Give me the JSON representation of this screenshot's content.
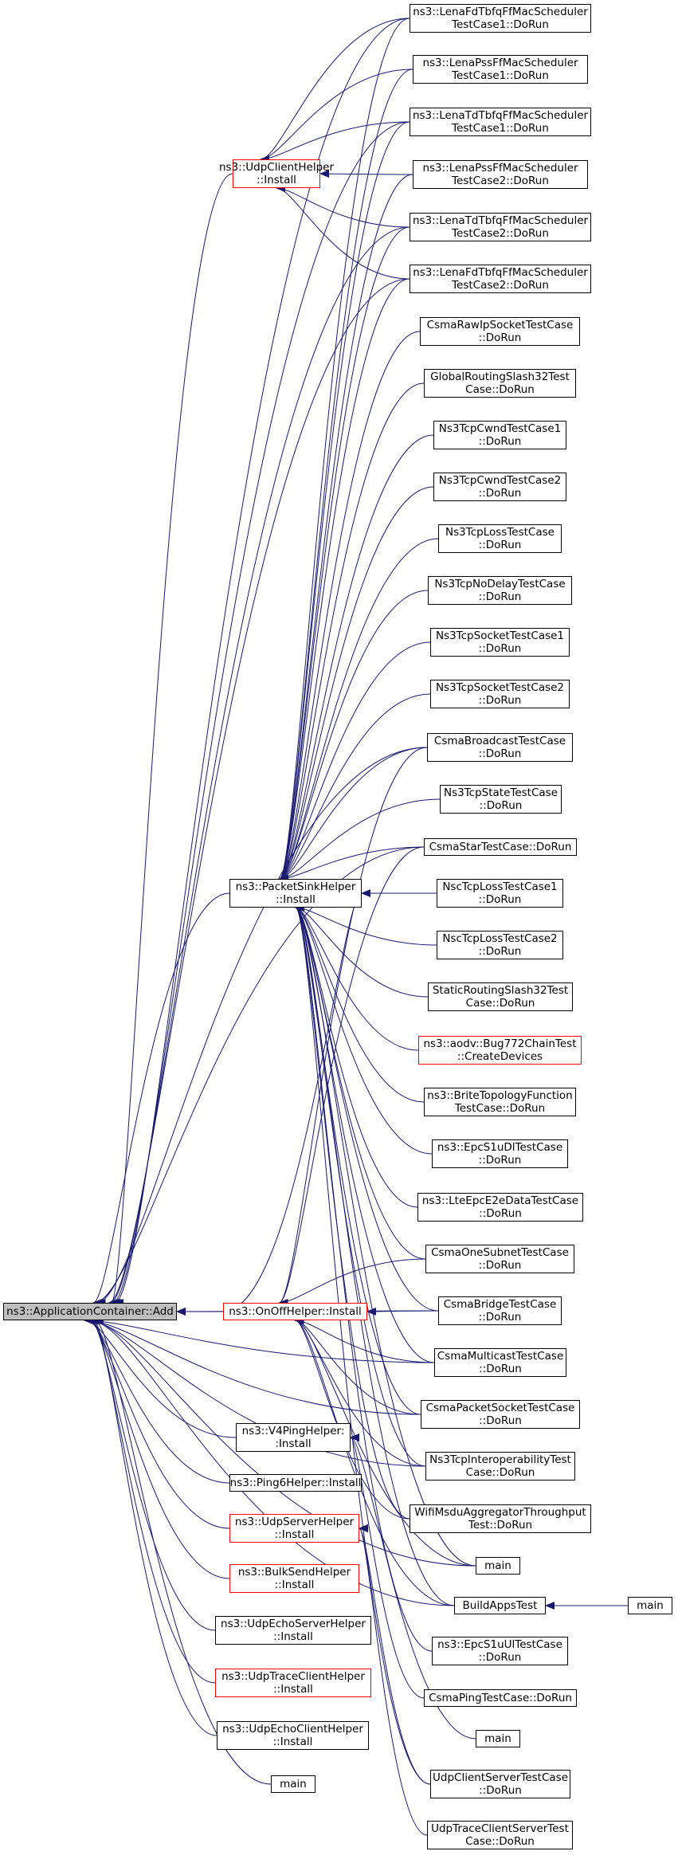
{
  "colors": {
    "edge": "#191970",
    "node_border": "#000000",
    "node_border_incomplete": "#ff0000",
    "focus_fill": "#bfbfbf",
    "background": "#ffffff"
  },
  "nodes": {
    "app_add": "ns3::ApplicationContainer::Add",
    "udp_client_install": "ns3::UdpClientHelper\n::Install",
    "packet_sink_install": "ns3::PacketSinkHelper\n::Install",
    "onoff_install": "ns3::OnOffHelper::Install",
    "v4ping_install": "ns3::V4PingHelper:\n:Install",
    "ping6_install": "ns3::Ping6Helper::Install",
    "udp_server_install": "ns3::UdpServerHelper\n::Install",
    "bulk_send_install": "ns3::BulkSendHelper\n::Install",
    "udp_echo_server_install": "ns3::UdpEchoServerHelper\n::Install",
    "udp_trace_client_install": "ns3::UdpTraceClientHelper\n::Install",
    "udp_echo_client_install": "ns3::UdpEchoClientHelper\n::Install",
    "main_left": "main",
    "fd_tbfq_tc1": "ns3::LenaFdTbfqFfMacScheduler\nTestCase1::DoRun",
    "pss_tc1": "ns3::LenaPssFfMacScheduler\nTestCase1::DoRun",
    "td_tbfq_tc1": "ns3::LenaTdTbfqFfMacScheduler\nTestCase1::DoRun",
    "pss_tc2": "ns3::LenaPssFfMacScheduler\nTestCase2::DoRun",
    "td_tbfq_tc2": "ns3::LenaTdTbfqFfMacScheduler\nTestCase2::DoRun",
    "fd_tbfq_tc2": "ns3::LenaFdTbfqFfMacScheduler\nTestCase2::DoRun",
    "csma_raw_ip": "CsmaRawIpSocketTestCase\n::DoRun",
    "global_routing": "GlobalRoutingSlash32Test\nCase::DoRun",
    "tcp_cwnd1": "Ns3TcpCwndTestCase1\n::DoRun",
    "tcp_cwnd2": "Ns3TcpCwndTestCase2\n::DoRun",
    "tcp_loss": "Ns3TcpLossTestCase\n::DoRun",
    "tcp_nodelay": "Ns3TcpNoDelayTestCase\n::DoRun",
    "tcp_socket1": "Ns3TcpSocketTestCase1\n::DoRun",
    "tcp_socket2": "Ns3TcpSocketTestCase2\n::DoRun",
    "csma_broadcast": "CsmaBroadcastTestCase\n::DoRun",
    "tcp_state": "Ns3TcpStateTestCase\n::DoRun",
    "csma_star": "CsmaStarTestCase::DoRun",
    "nsc_loss1": "NscTcpLossTestCase1\n::DoRun",
    "nsc_loss2": "NscTcpLossTestCase2\n::DoRun",
    "static_routing": "StaticRoutingSlash32Test\nCase::DoRun",
    "aodv_bug772": "ns3::aodv::Bug772ChainTest\n::CreateDevices",
    "brite": "ns3::BriteTopologyFunction\nTestCase::DoRun",
    "epc_s1u_dl": "ns3::EpcS1uDlTestCase\n::DoRun",
    "lte_epc_e2e": "ns3::LteEpcE2eDataTestCase\n::DoRun",
    "csma_one_subnet": "CsmaOneSubnetTestCase\n::DoRun",
    "csma_bridge": "CsmaBridgeTestCase\n::DoRun",
    "csma_multicast": "CsmaMulticastTestCase\n::DoRun",
    "csma_packet_socket": "CsmaPacketSocketTestCase\n::DoRun",
    "tcp_interop": "Ns3TcpInteroperabilityTest\nCase::DoRun",
    "wifi_msdu": "WifiMsduAggregatorThroughput\nTest::DoRun",
    "main_mid1": "main",
    "build_apps_test": "BuildAppsTest",
    "main_right": "main",
    "epc_s1u_ul": "ns3::EpcS1uUlTestCase\n::DoRun",
    "csma_ping": "CsmaPingTestCase::DoRun",
    "main_mid2": "main",
    "udp_cs_test": "UdpClientServerTestCase\n::DoRun",
    "udp_trace_cs_test": "UdpTraceClientServerTest\nCase::DoRun"
  }
}
